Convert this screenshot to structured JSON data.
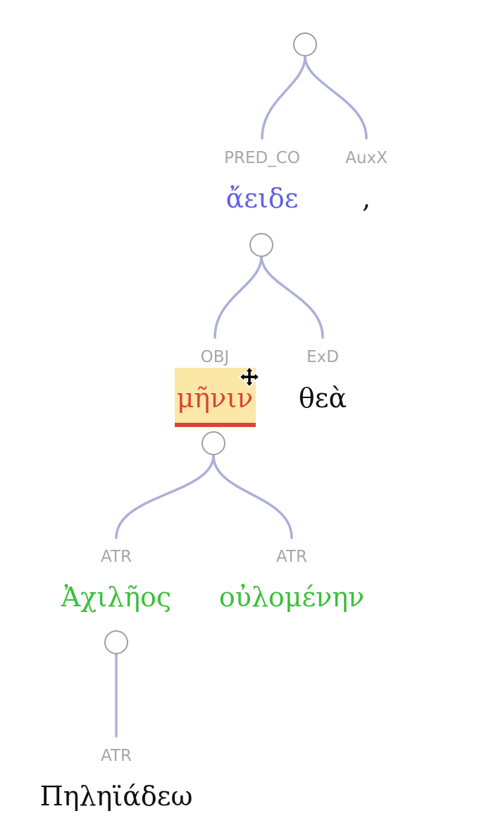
{
  "colors": {
    "edge": "#aab0d8",
    "label": "#a6a6a6",
    "root_word": "#6262e0",
    "selected_word": "#d9443b",
    "attribute_word": "#3cbf3c",
    "plain_word": "#111111",
    "highlight": "#fbe8a6"
  },
  "nodes": [
    {
      "id": "n-aeide",
      "label": "PRED_CO",
      "word": "ἄειδε",
      "color": "#6262e0"
    },
    {
      "id": "n-comma",
      "label": "AuxX",
      "word": ",",
      "color": "#111111"
    },
    {
      "id": "n-menin",
      "label": "OBJ",
      "word": "μῆνιν",
      "color": "#d9443b",
      "selected": true
    },
    {
      "id": "n-thea",
      "label": "ExD",
      "word": "θεὰ",
      "color": "#111111"
    },
    {
      "id": "n-achileos",
      "label": "ATR",
      "word": "Ἀχιλῆος",
      "color": "#3cbf3c"
    },
    {
      "id": "n-oulomenen",
      "label": "ATR",
      "word": "οὐλομένην",
      "color": "#3cbf3c"
    },
    {
      "id": "n-peleiadeo",
      "label": "ATR",
      "word": "Πηληϊάδεω",
      "color": "#111111"
    }
  ],
  "cursor_icon": "move-cursor-icon"
}
